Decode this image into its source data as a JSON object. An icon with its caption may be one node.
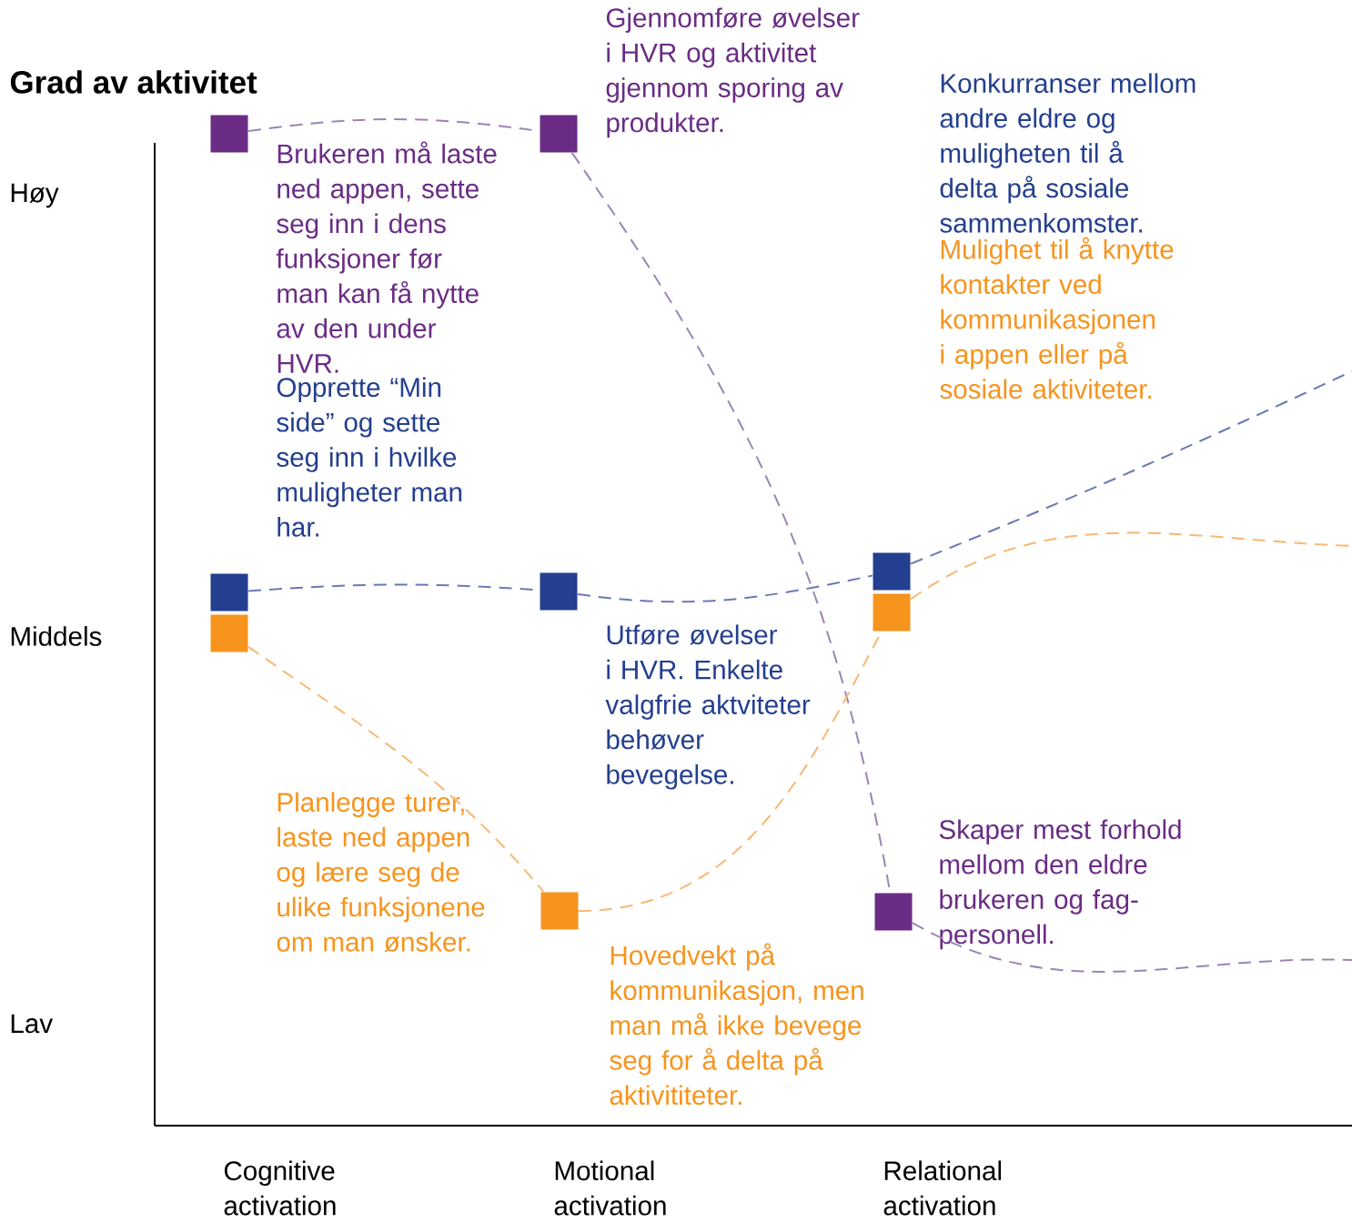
{
  "diagram": {
    "nodes": [
      {
        "text": [],
        "shape": "box",
        "beside": [
          "Brukeren må laste ned appen, sette seg inn i dens funksjoner før man kan få nytte av den under HVR."
        ]
      },
      {
        "text": [],
        "shape": "box",
        "beside": [
          "Opprette “Min side” og sette seg inn i hvilke muligheter man har."
        ]
      },
      {
        "text": [],
        "shape": "box"
      },
      {
        "text": [],
        "shape": "box",
        "beside": [
          "Gjennomføre øvelser i HVR og aktivitet gjennom sporing av produkter."
        ]
      },
      {
        "text": [],
        "shape": "box",
        "beside": [
          "Utføre øvelser i HVR. Enkelte valgfrie aktviteter behøver bevegelse."
        ]
      },
      {
        "text": [],
        "shape": "box"
      },
      {
        "text": [],
        "shape": "box"
      },
      {
        "text": [],
        "shape": "box"
      },
      {
        "text": [],
        "shape": "box",
        "beside": [
          "Skaper mest forhold mellom den eldre brukeren og fag- personell."
        ]
      }
    ],
    "edges": [
      {
        "from": 0,
        "to": 3,
        "arrow": "none",
        "style": "dashed",
        "color": "#9a85b5"
      },
      {
        "from": 3,
        "to": 8,
        "arrow": "none",
        "style": "dashed",
        "color": "#9a85b5"
      },
      {
        "from": 8,
        "to": null,
        "arrow": "none",
        "style": "dashed",
        "color": "#9a85b5"
      },
      {
        "from": 1,
        "to": 4,
        "arrow": "none",
        "style": "dashed",
        "color": "#6b79b3"
      },
      {
        "from": 4,
        "to": 6,
        "arrow": "none",
        "style": "dashed",
        "color": "#6b79b3"
      },
      {
        "from": 6,
        "to": null,
        "arrow": "none",
        "style": "dashed",
        "color": "#6b79b3"
      },
      {
        "from": 2,
        "to": 5,
        "arrow": "none",
        "style": "dashed",
        "color": "#f8b873"
      },
      {
        "from": 5,
        "to": 7,
        "arrow": "none",
        "style": "dashed",
        "color": "#f8b873"
      },
      {
        "from": 7,
        "to": null,
        "arrow": "none",
        "style": "dashed",
        "color": "#f8b873"
      }
    ],
    "labels": [
      "Grad av aktivitet",
      "Konkurranser mellom andre eldre og muligheten til å delta på sosiale sammenkomster.",
      "Høy",
      "Mulighet til å knytte kontakter ved kommunikasjonen i appen eller på sosiale aktiviteter.",
      "Middels",
      "Planlegge turer, laste ned appen og lære seg de ulike funksjonene om man ønsker.",
      "Hovedvekt på kommunikasjon, men man må ikke bevege seg for å delta på aktivititeter.",
      "Lav",
      "Cognitive activation",
      "Motional activation",
      "Relational activation"
    ]
  }
}
